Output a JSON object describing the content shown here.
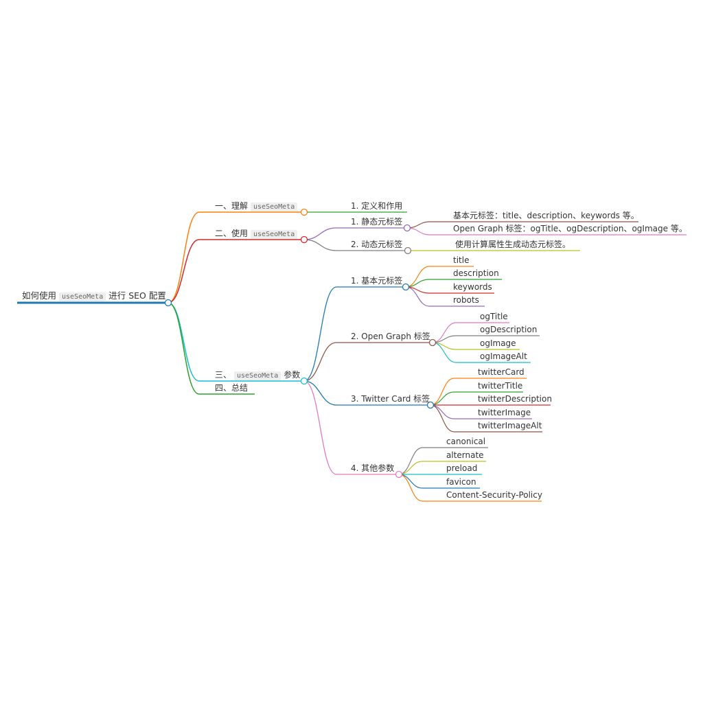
{
  "root": {
    "prefix": "如何使用",
    "code": "useSeoMeta",
    "suffix": "进行 SEO 配置",
    "color": "#1f77b4"
  },
  "sections": [
    {
      "prefix": "一、理解",
      "code": "useSeoMeta",
      "suffix": "",
      "color": "#ff7f0e",
      "children": [
        {
          "label": "1. 定义和作用",
          "color": "#2ca02c",
          "children": []
        }
      ]
    },
    {
      "prefix": "二、使用",
      "code": "useSeoMeta",
      "suffix": "",
      "color": "#d62728",
      "children": [
        {
          "label": "1. 静态元标签",
          "color": "#9467bd",
          "children": [
            {
              "label": "基本元标签：title、description、keywords 等。",
              "color": "#8c564b"
            },
            {
              "label": "Open Graph 标签：ogTitle、ogDescription、ogImage 等。",
              "color": "#e377c2"
            }
          ]
        },
        {
          "label": "2. 动态元标签",
          "color": "#7f7f7f",
          "children": [
            {
              "label": "使用计算属性生成动态元标签。",
              "color": "#bcbd22"
            }
          ]
        }
      ]
    },
    {
      "prefix": "三、",
      "code": "useSeoMeta",
      "suffix": "参数",
      "color": "#17becf",
      "children": [
        {
          "label": "1. 基本元标签",
          "color": "#1f77b4",
          "children": [
            {
              "label": "title",
              "color": "#ff7f0e"
            },
            {
              "label": "description",
              "color": "#2ca02c"
            },
            {
              "label": "keywords",
              "color": "#d62728"
            },
            {
              "label": "robots",
              "color": "#9467bd"
            }
          ]
        },
        {
          "label": "2. Open Graph 标签",
          "color": "#8c564b",
          "children": [
            {
              "label": "ogTitle",
              "color": "#e377c2"
            },
            {
              "label": "ogDescription",
              "color": "#7f7f7f"
            },
            {
              "label": "ogImage",
              "color": "#bcbd22"
            },
            {
              "label": "ogImageAlt",
              "color": "#17becf"
            }
          ]
        },
        {
          "label": "3. Twitter Card 标签",
          "color": "#1f77b4",
          "children": [
            {
              "label": "twitterCard",
              "color": "#ff7f0e"
            },
            {
              "label": "twitterTitle",
              "color": "#2ca02c"
            },
            {
              "label": "twitterDescription",
              "color": "#d62728"
            },
            {
              "label": "twitterImage",
              "color": "#9467bd"
            },
            {
              "label": "twitterImageAlt",
              "color": "#8c564b"
            }
          ]
        },
        {
          "label": "4. 其他参数",
          "color": "#e377c2",
          "children": [
            {
              "label": "canonical",
              "color": "#7f7f7f"
            },
            {
              "label": "alternate",
              "color": "#bcbd22"
            },
            {
              "label": "preload",
              "color": "#17becf"
            },
            {
              "label": "favicon",
              "color": "#1f77b4"
            },
            {
              "label": "Content-Security-Policy",
              "color": "#ff7f0e"
            }
          ]
        }
      ]
    },
    {
      "prefix": "四、总结",
      "code": "",
      "suffix": "",
      "color": "#2ca02c",
      "children": []
    }
  ]
}
